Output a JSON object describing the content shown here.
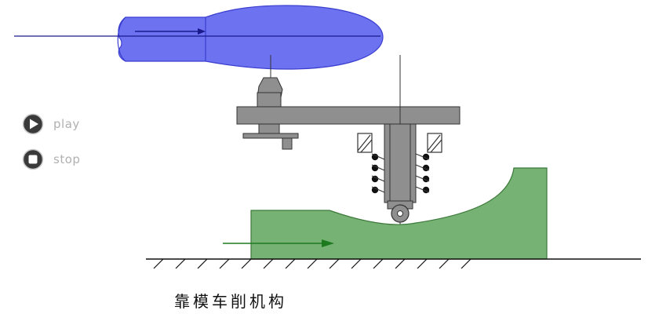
{
  "controls": {
    "play_label": "play",
    "stop_label": "stop"
  },
  "caption": "靠模车削机构",
  "colors": {
    "workpiece": "#6d72f0",
    "template": "#76b274",
    "steel": "#8f8f8f",
    "arrow": "#1e7a1e",
    "button": "#3a3a3a",
    "button_label": "#b0b0b0"
  },
  "icons": {
    "play": "play-icon",
    "stop": "stop-icon"
  }
}
